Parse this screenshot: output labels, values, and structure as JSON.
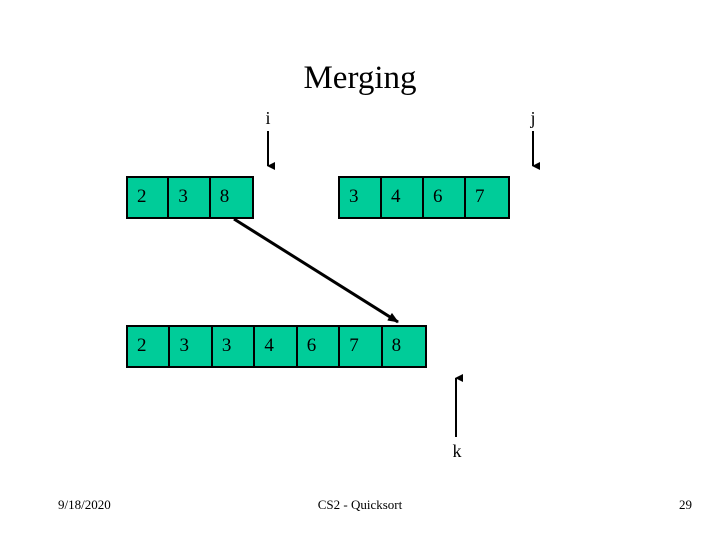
{
  "slide": {
    "title": "Merging",
    "background_color": "#FFFFFF",
    "cell_fill_color": "#00CC99",
    "line_color": "#000000"
  },
  "arrays": {
    "left": {
      "name": "left-subarray",
      "values": [
        "2",
        "3",
        "8"
      ]
    },
    "right": {
      "name": "right-subarray",
      "values": [
        "3",
        "4",
        "6",
        "7"
      ]
    },
    "merged": {
      "name": "merged-array",
      "values": [
        "2",
        "3",
        "3",
        "4",
        "6",
        "7",
        "8"
      ]
    }
  },
  "pointers": {
    "i": {
      "label": "i",
      "direction": "down",
      "target": "left-subarray"
    },
    "j": {
      "label": "j",
      "direction": "down",
      "target": "right-subarray"
    },
    "k": {
      "label": "k",
      "direction": "up",
      "target": "merged-array"
    }
  },
  "annotations": {
    "merge_arrow": {
      "from": "left-subarray-last-cell",
      "to": "merged-array-last-cell"
    }
  },
  "footer": {
    "date": "9/18/2020",
    "center": "CS2 - Quicksort",
    "page_number": "29"
  }
}
